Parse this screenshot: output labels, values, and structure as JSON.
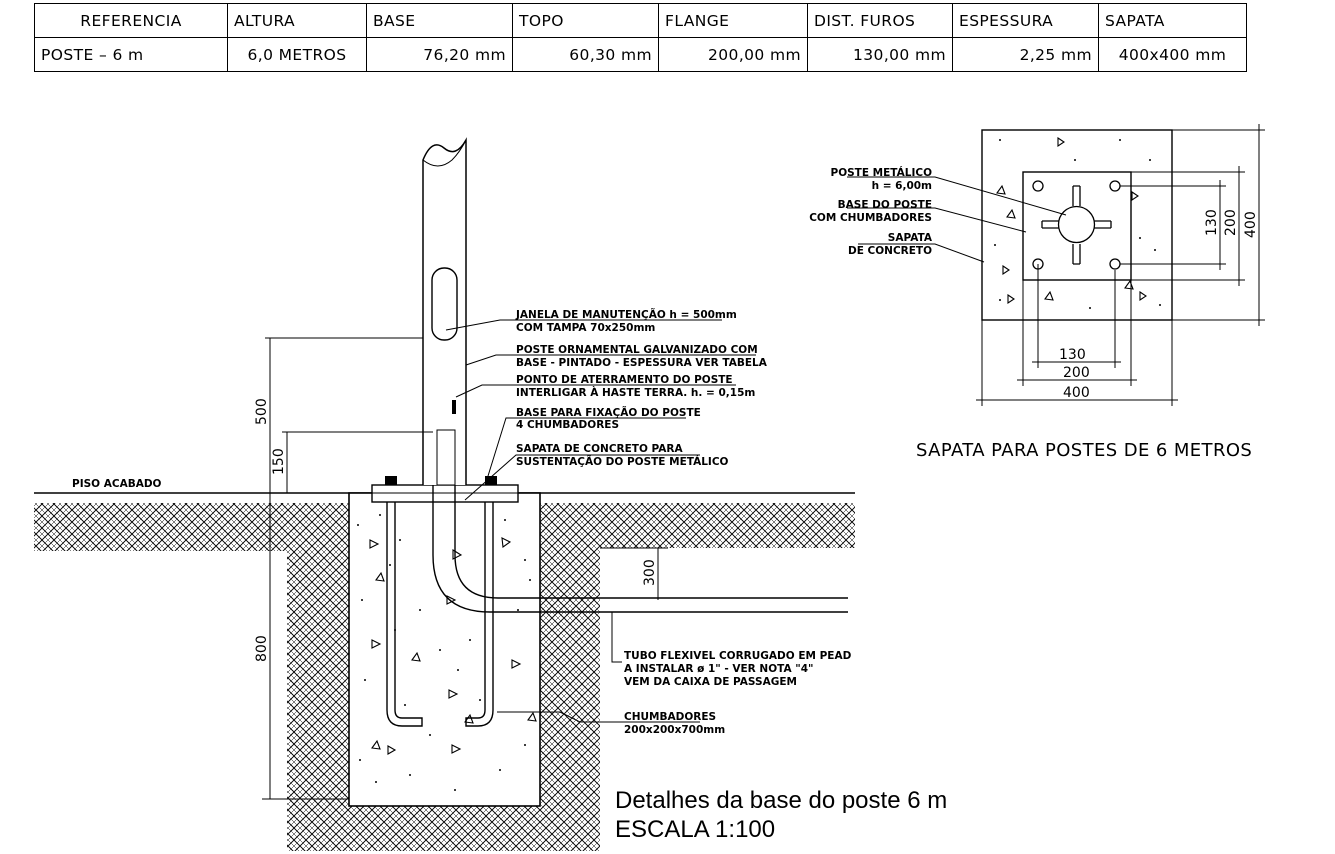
{
  "table": {
    "headers": [
      "REFERENCIA",
      "ALTURA",
      "BASE",
      "TOPO",
      "FLANGE",
      "DIST.  FUROS",
      "ESPESSURA",
      "SAPATA"
    ],
    "row": [
      "POSTE  –  6  m",
      "6,0  METROS",
      "76,20  mm",
      "60,30  mm",
      "200,00  mm",
      "130,00  mm",
      "2,25  mm",
      "400x400  mm"
    ]
  },
  "section_view": {
    "label_janela_1": "JANELA DE MANUTENÇÃO h = 500mm",
    "label_janela_2": "COM TAMPA 70x250mm",
    "label_poste_1": "POSTE ORNAMENTAL GALVANIZADO COM",
    "label_poste_2": "BASE - PINTADO - ESPESSURA VER TABELA",
    "label_aterr_1": "PONTO DE ATERRAMENTO DO POSTE",
    "label_aterr_2": "INTERLIGAR À HASTE TERRA. h. = 0,15m",
    "label_basefix_1": "BASE PARA FIXAÇÃO DO POSTE",
    "label_basefix_2": "4 CHUMBADORES",
    "label_sapata_1": "SAPATA DE CONCRETO PARA",
    "label_sapata_2": "SUSTENTAÇÃO DO POSTE METÁLICO",
    "label_piso": "PISO ACABADO",
    "label_tubo_1": "TUBO FLEXIVEL CORRUGADO EM PEAD",
    "label_tubo_2": "A INSTALAR ø 1\" - VER NOTA \"4\"",
    "label_tubo_3": "VEM DA CAIXA DE PASSAGEM",
    "label_chumb_1": "CHUMBADORES",
    "label_chumb_2": "200x200x700mm",
    "dim_500": "500",
    "dim_150": "150",
    "dim_300": "300",
    "dim_800": "800"
  },
  "plan_view": {
    "label_poste_1": "POSTE METÁLICO",
    "label_poste_2": "h = 6,00m",
    "label_base_1": "BASE DO POSTE",
    "label_base_2": "COM CHUMBADORES",
    "label_sapata_1": "SAPATA",
    "label_sapata_2": "DE CONCRETO",
    "dim_130": "130",
    "dim_200": "200",
    "dim_400": "400",
    "title": "SAPATA PARA POSTES DE 6 METROS"
  },
  "caption": {
    "line1": "Detalhes da base do poste 6 m",
    "line2": "ESCALA 1:100"
  }
}
